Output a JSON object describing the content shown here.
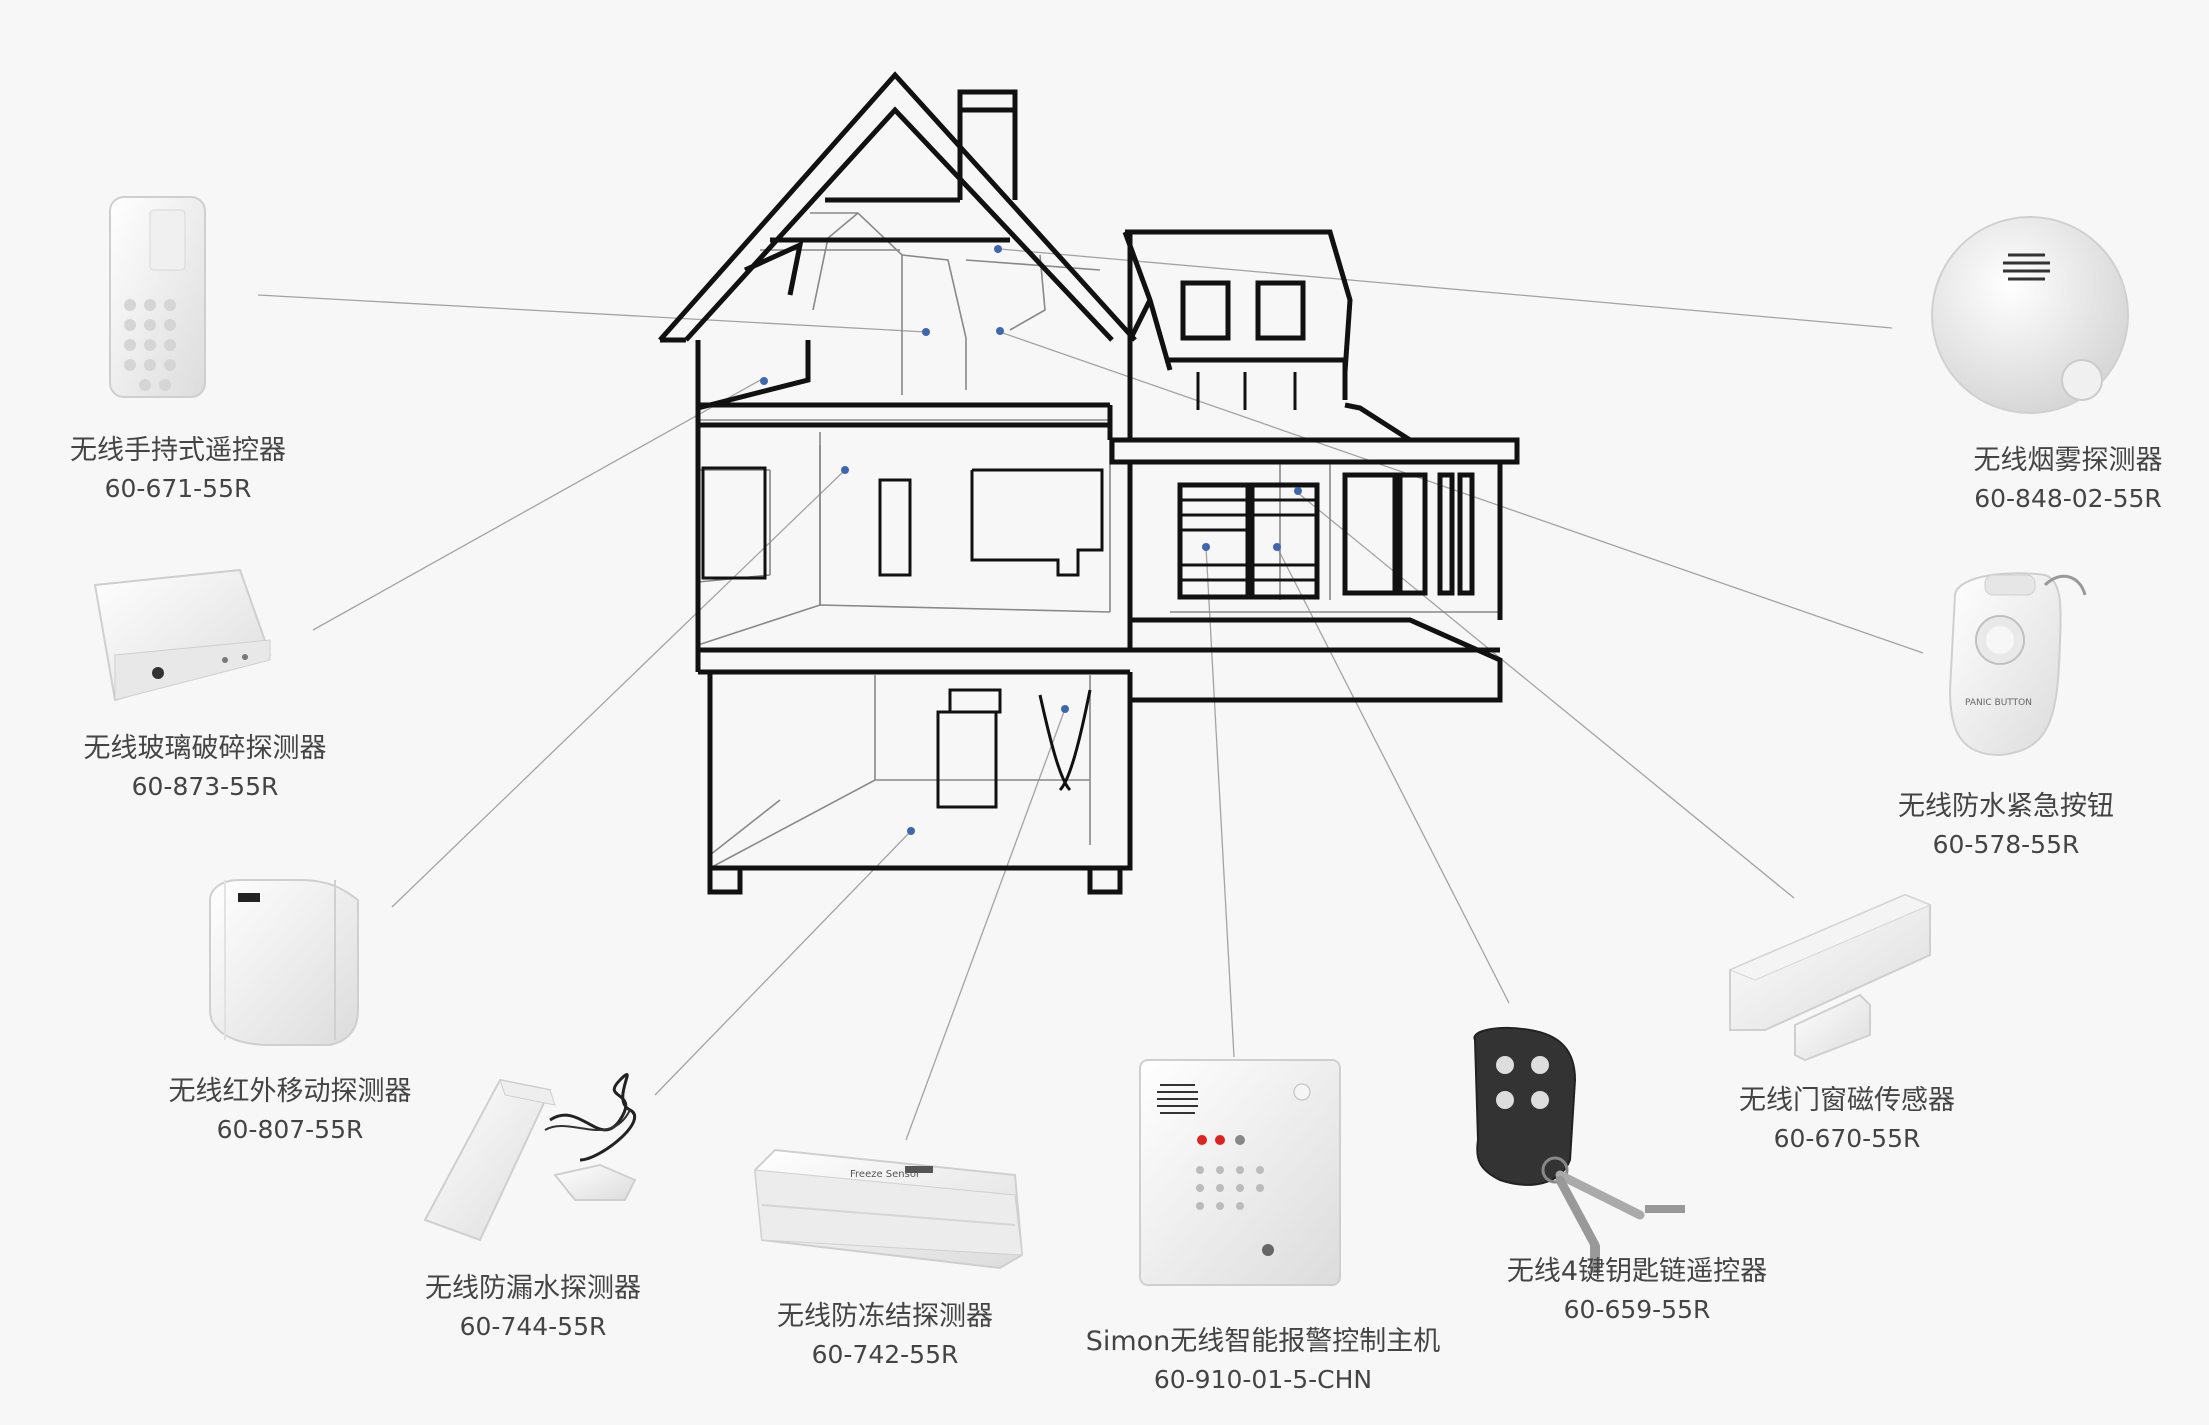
{
  "products": [
    {
      "id": "remote",
      "name": "无线手持式遥控器",
      "code": "60-671-55R"
    },
    {
      "id": "glassbreak",
      "name": "无线玻璃破碎探测器",
      "code": "60-873-55R"
    },
    {
      "id": "pir",
      "name": "无线红外移动探测器",
      "code": "60-807-55R"
    },
    {
      "id": "water",
      "name": "无线防漏水探测器",
      "code": "60-744-55R"
    },
    {
      "id": "freeze",
      "name": "无线防冻结探测器",
      "code": "60-742-55R"
    },
    {
      "id": "panel",
      "name": "Simon无线智能报警控制主机",
      "code": "60-910-01-5-CHN"
    },
    {
      "id": "keyfob",
      "name": "无线4键钥匙链遥控器",
      "code": "60-659-55R"
    },
    {
      "id": "doorwindow",
      "name": "无线门窗磁传感器",
      "code": "60-670-55R"
    },
    {
      "id": "panic",
      "name": "无线防水紧急按钮",
      "code": "60-578-55R"
    },
    {
      "id": "smoke",
      "name": "无线烟雾探测器",
      "code": "60-848-02-55R"
    }
  ],
  "freeze_device_text": "Freeze Sensor",
  "panic_device_text": "PANIC BUTTON",
  "colors": {
    "line": "#111111",
    "leader": "#9a9a9a",
    "dot": "#3f67b0",
    "device": "#ffffff",
    "device_edge": "#c9c9c9"
  }
}
